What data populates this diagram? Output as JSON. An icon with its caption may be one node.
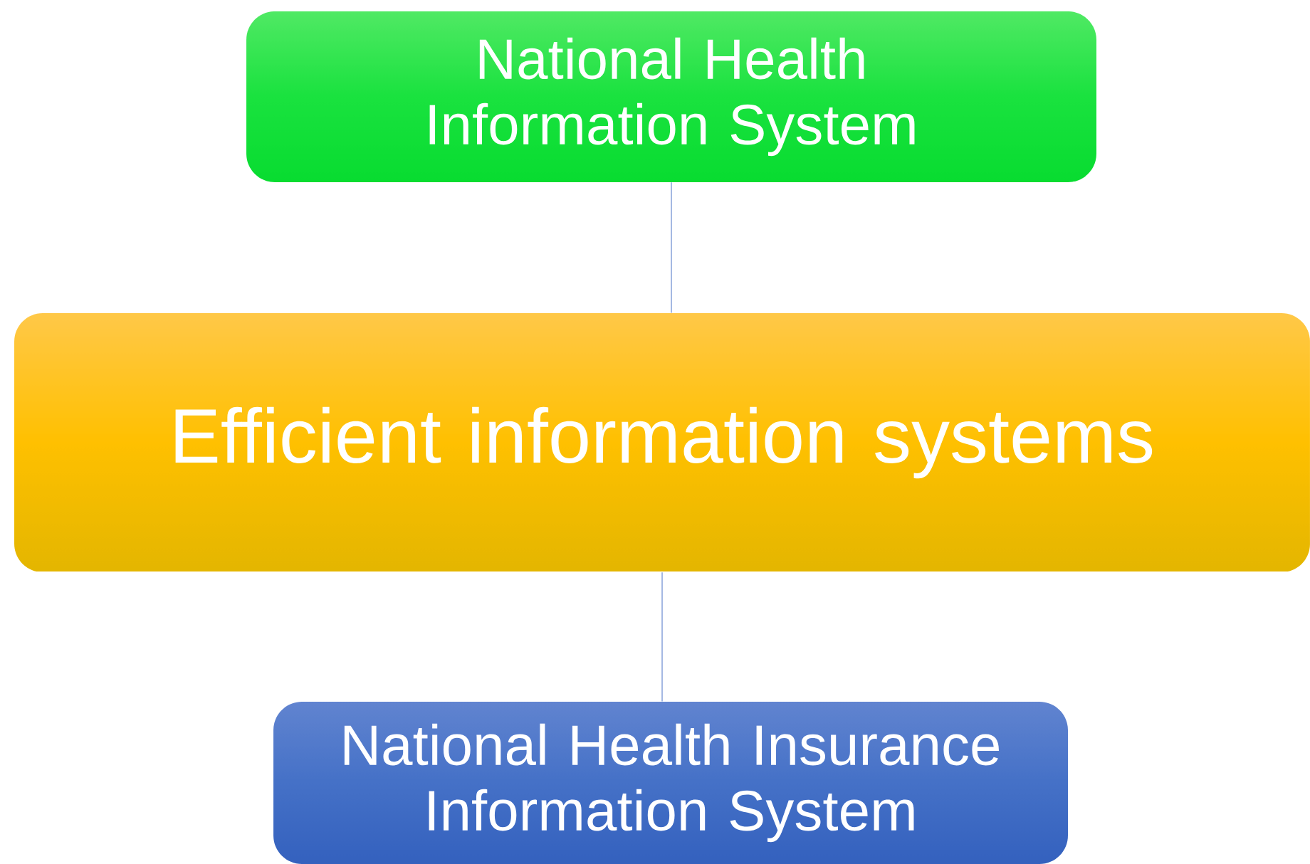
{
  "diagram": {
    "nodes": [
      {
        "text": [
          "National Health Information System"
        ]
      },
      {
        "text": [
          "Efficient information systems"
        ]
      },
      {
        "text": [
          "National Health Insurance Information System"
        ]
      }
    ],
    "edges": [
      {
        "from": 0,
        "to": 1,
        "arrow": "none"
      },
      {
        "from": 1,
        "to": 2,
        "arrow": "none"
      }
    ]
  }
}
